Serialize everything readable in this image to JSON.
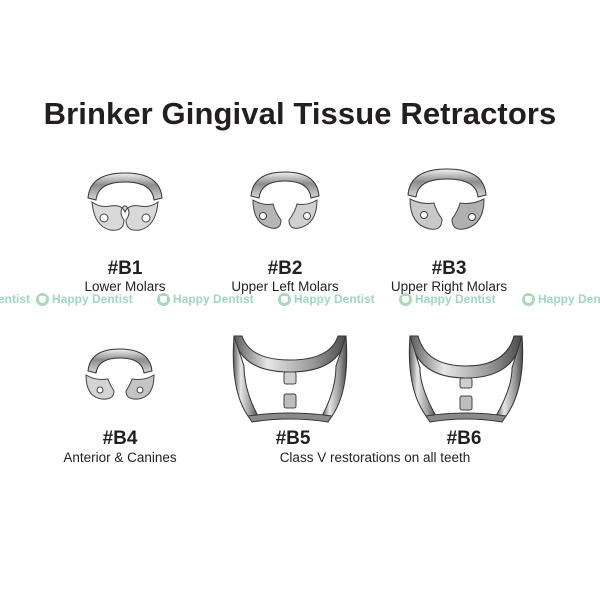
{
  "title": "Brinker Gingival Tissue Retractors",
  "watermark": {
    "text": "Happy Dentist",
    "partial_text": "entist",
    "icon": "tooth-icon",
    "color": "#9fd7c2"
  },
  "items": [
    {
      "code": "#B1",
      "desc": "Lower Molars"
    },
    {
      "code": "#B2",
      "desc": "Upper Left Molars"
    },
    {
      "code": "#B3",
      "desc": "Upper Right Molars"
    },
    {
      "code": "#B4",
      "desc": "Anterior & Canines"
    },
    {
      "code": "#B5"
    },
    {
      "code": "#B6"
    }
  ],
  "shared_desc": "Class V restorations on all teeth"
}
